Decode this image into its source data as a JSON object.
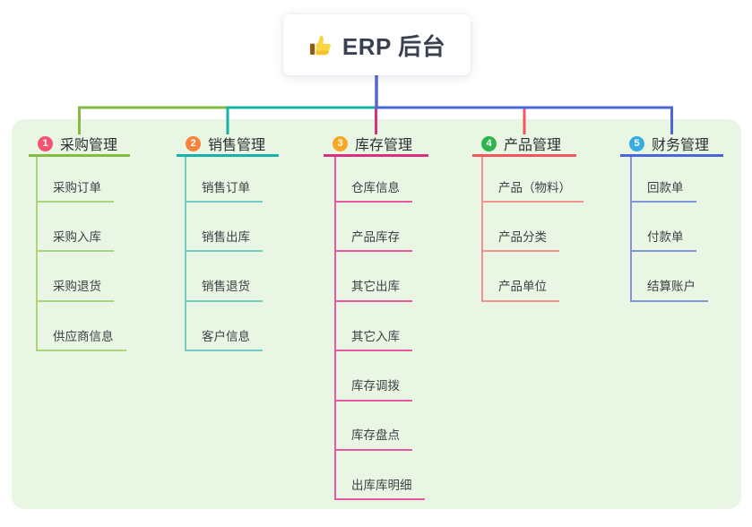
{
  "root": {
    "label": "ERP 后台",
    "icon": "thumbs-up-icon",
    "stem_color": "#5866c7"
  },
  "branches": [
    {
      "badge": "1",
      "title": "采购管理",
      "badge_color": "#f25472",
      "line_color": "#85bb41",
      "sub_line_color": "#abd47f",
      "items": [
        "采购订单",
        "采购入库",
        "采购退货",
        "供应商信息"
      ]
    },
    {
      "badge": "2",
      "title": "销售管理",
      "badge_color": "#f5823d",
      "line_color": "#17b3a6",
      "sub_line_color": "#72ccc4",
      "items": [
        "销售订单",
        "销售出库",
        "销售退货",
        "客户信息"
      ]
    },
    {
      "badge": "3",
      "title": "库存管理",
      "badge_color": "#f6a823",
      "line_color": "#d93084",
      "sub_line_color": "#ea599f",
      "items": [
        "仓库信息",
        "产品库存",
        "其它出库",
        "其它入库",
        "库存调拨",
        "库存盘点",
        "出库库明细"
      ]
    },
    {
      "badge": "4",
      "title": "产品管理",
      "badge_color": "#2eb34e",
      "line_color": "#f4555f",
      "sub_line_color": "#f49191",
      "items": [
        "产品（物料）",
        "产品分类",
        "产品单位"
      ]
    },
    {
      "badge": "5",
      "title": "财务管理",
      "badge_color": "#36ade2",
      "line_color": "#4b66d9",
      "sub_line_color": "#8295d8",
      "items": [
        "回款单",
        "付款单",
        "结算账户"
      ]
    }
  ],
  "panel_color": "#e9f6e3",
  "background_color": "#ffffff"
}
